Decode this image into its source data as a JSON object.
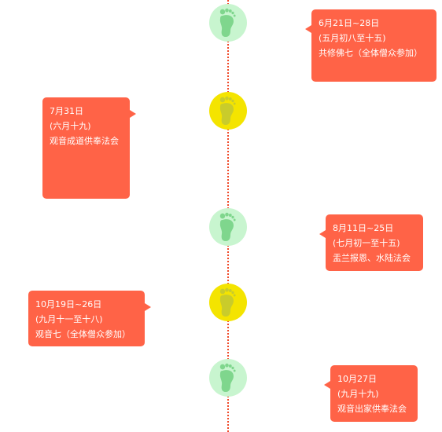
{
  "timeline": {
    "events": [
      {
        "date": "6月21日~28日",
        "lunar": "(五月初八至十五)",
        "title": "共修佛七（全体僧众参加）",
        "node_color": "#c8f5cf",
        "foot_color": "#7fd68d",
        "icon": "footprint-icon"
      },
      {
        "date": "7月31日",
        "lunar": "(六月十九)",
        "title": "观音成道供奉法会",
        "node_color": "#f4e400",
        "foot_color": "#c9cc2b",
        "icon": "footprint-icon"
      },
      {
        "date": "8月11日~25日",
        "lunar": "(七月初一至十五)",
        "title": "盂兰报恩、水陆法会",
        "node_color": "#c8f5cf",
        "foot_color": "#7fd68d",
        "icon": "footprint-icon"
      },
      {
        "date": "10月19日~26日",
        "lunar": "(九月十一至十八)",
        "title": "观音七（全体僧众参加）",
        "node_color": "#f4e400",
        "foot_color": "#c9cc2b",
        "icon": "footprint-icon"
      },
      {
        "date": "10月27日",
        "lunar": "(九月十九)",
        "title": "观音出家供奉法会",
        "node_color": "#c8f5cf",
        "foot_color": "#7fd68d",
        "icon": "footprint-icon"
      }
    ]
  },
  "colors": {
    "card": "#ff6347",
    "line": "#f04a2a"
  }
}
